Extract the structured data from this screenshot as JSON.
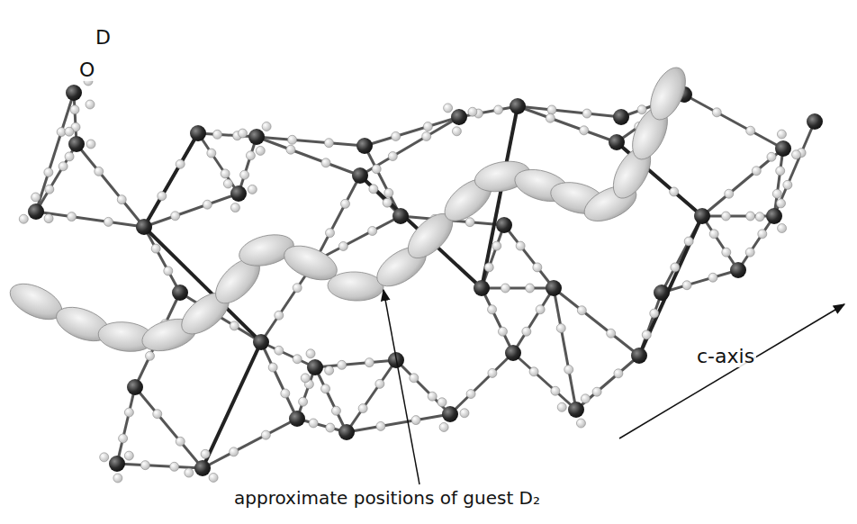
{
  "diagram": {
    "labels": [
      "D",
      "O",
      "c-axis",
      "approximate positions of guest D₂"
    ]
  }
}
